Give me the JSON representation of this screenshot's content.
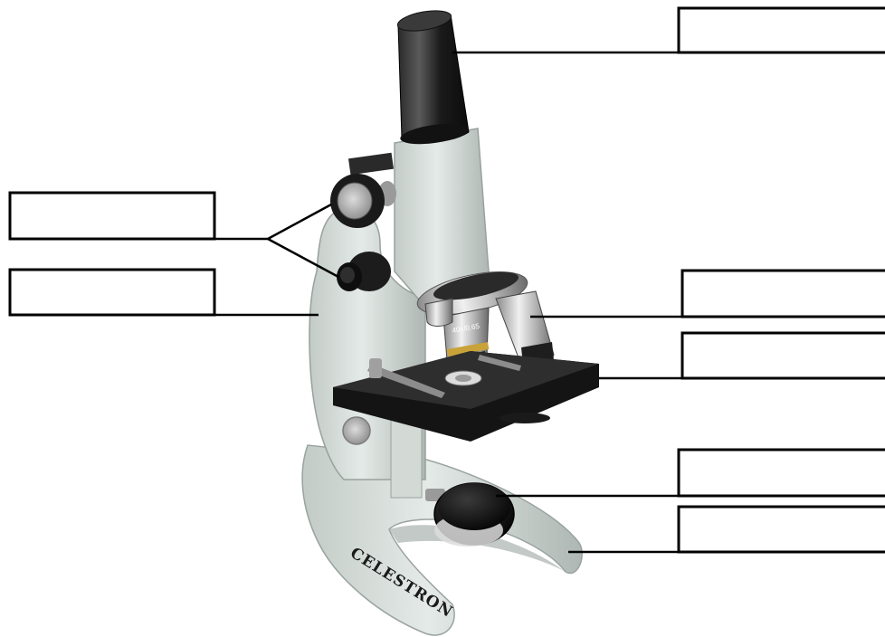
{
  "brand": {
    "name": "CELESTRON"
  },
  "objective": {
    "marking": "40x/0.65"
  },
  "labels": [
    {
      "id": "eyepiece",
      "text": ""
    },
    {
      "id": "coarse-focus-knob",
      "text": ""
    },
    {
      "id": "fine-focus-knob",
      "text": ""
    },
    {
      "id": "objective-lenses",
      "text": ""
    },
    {
      "id": "stage",
      "text": ""
    },
    {
      "id": "mirror",
      "text": ""
    },
    {
      "id": "base",
      "text": ""
    }
  ],
  "colors": {
    "body": "#d9e0dc",
    "body_shadow": "#b4bcb8",
    "black_parts": "#1c1c1c",
    "stage": "#2a2a2a",
    "chrome": "#c8c8c8",
    "gold_band": "#c9a23a"
  }
}
